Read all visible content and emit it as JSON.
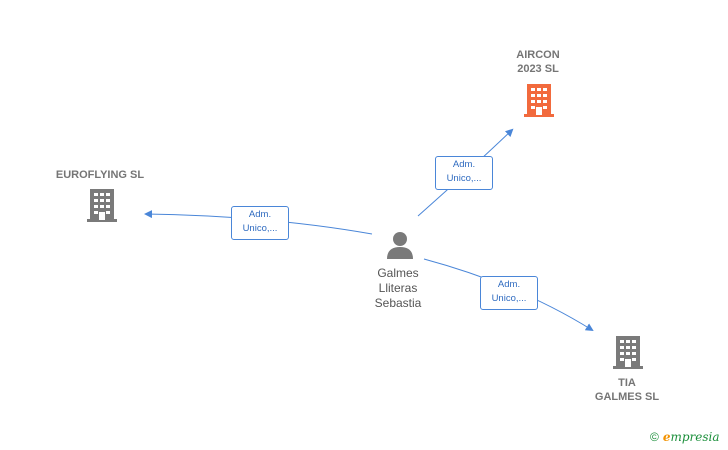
{
  "nodes": {
    "aircon": {
      "label": "AIRCON\n2023  SL",
      "color": "#f26a3d"
    },
    "euroflying": {
      "label": "EUROFLYING SL",
      "color": "#7a7a7a"
    },
    "tia": {
      "label": "TIA\nGALMES  SL",
      "color": "#7a7a7a"
    },
    "person": {
      "label": "Galmes\nLliteras\nSebastia",
      "color": "#7a7a7a"
    }
  },
  "edges": {
    "to_aircon": {
      "line1": "Adm.",
      "line2": "Unico,..."
    },
    "to_euroflying": {
      "line1": "Adm.",
      "line2": "Unico,..."
    },
    "to_tia": {
      "line1": "Adm.",
      "line2": "Unico,..."
    }
  },
  "brand": {
    "copyright": "©",
    "e": "e",
    "rest": "mpresia"
  },
  "colors": {
    "edge": "#4a86d8"
  }
}
